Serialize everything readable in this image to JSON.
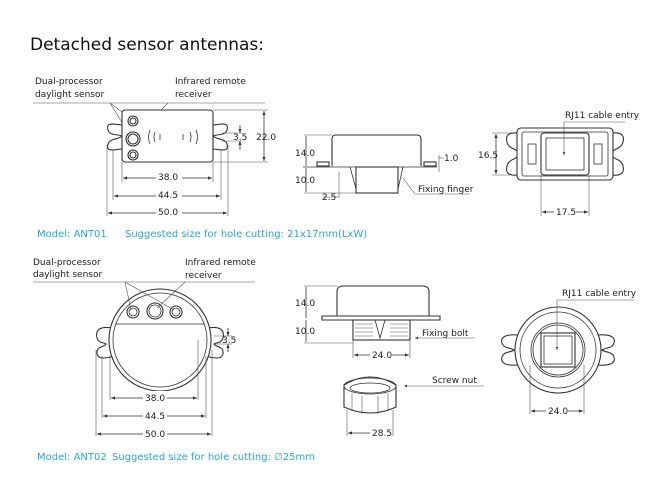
{
  "title": "Detached sensor antennas:",
  "accent_color": "#2aa6d6",
  "ant01": {
    "label_sensor_1": "Dual-processor",
    "label_sensor_2": "daylight sensor",
    "label_ir_1": "Infrared remote",
    "label_ir_2": "receiver",
    "dim_3_5": "3.5",
    "dim_22": "22.0",
    "dim_38": "38.0",
    "dim_44_5": "44.5",
    "dim_50": "50.0",
    "side_dim_14": "14.0",
    "side_dim_10": "10.0",
    "side_dim_2_5": "2.5",
    "side_dim_1": "1.0",
    "fixing_finger": "Fixing finger",
    "rj11": "RJ11 cable entry",
    "front_dim_16_5": "16.5",
    "front_dim_17_5": "17.5",
    "model": "Model: ANT01",
    "hole": "Suggested size for hole cutting: 21x17mm(LxW)"
  },
  "ant02": {
    "label_sensor_1": "Dual-processor",
    "label_sensor_2": "daylight sensor",
    "label_ir_1": "Infrared remote",
    "label_ir_2": "receiver",
    "dim_3_5": "3.5",
    "dim_38": "38.0",
    "dim_44_5": "44.5",
    "dim_50": "50.0",
    "side_dim_14": "14.0",
    "side_dim_10": "10.0",
    "side_dim_24": "24.0",
    "fixing_bolt": "Fixing bolt",
    "screw_nut": "Screw nut",
    "nut_dim": "28.5",
    "rj11": "RJ11 cable entry",
    "front_dim_24": "24.0",
    "model": "Model: ANT02",
    "hole": "Suggested size for hole cutting: ∅25mm"
  }
}
